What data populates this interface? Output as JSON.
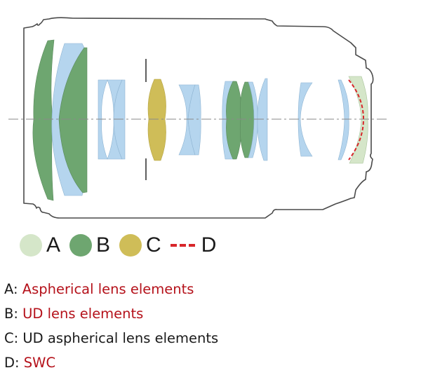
{
  "diagram": {
    "title": "Lens construction diagram",
    "colors": {
      "aspherical": "#d5e6c9",
      "ud": "#6ea670",
      "ud_aspherical": "#cfbd58",
      "standard": "#b5d5ee",
      "swc": "#d8262a",
      "barrel_outline": "#4a4a4a",
      "axis": "#8a8a8a"
    }
  },
  "legend": {
    "items": [
      {
        "key": "A",
        "color": "#d5e6c9",
        "kind": "dot"
      },
      {
        "key": "B",
        "color": "#6ea670",
        "kind": "dot"
      },
      {
        "key": "C",
        "color": "#cfbd58",
        "kind": "dot"
      },
      {
        "key": "D",
        "color": "#d8262a",
        "kind": "dash"
      }
    ]
  },
  "definitions": [
    {
      "key": "A:",
      "text": "Aspherical lens elements",
      "color": "red"
    },
    {
      "key": "B:",
      "text": "UD lens elements",
      "color": "red"
    },
    {
      "key": "C:",
      "text": "UD aspherical lens elements",
      "color": "black"
    },
    {
      "key": "D:",
      "text": "SWC",
      "color": "red"
    }
  ]
}
